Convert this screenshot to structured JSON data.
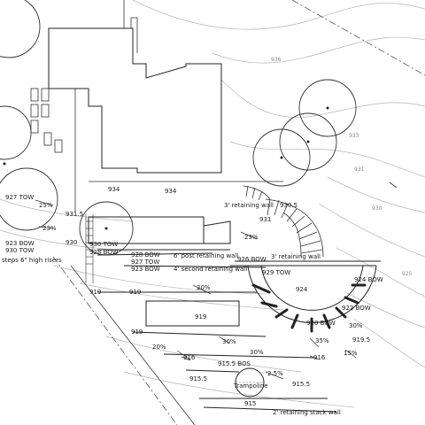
{
  "labels": {
    "elev_934_a": "934",
    "elev_934_b": "934",
    "tow_927": "927 TOW",
    "pct_25": "25%",
    "elev_9315": "931.5",
    "pct_23": "23%",
    "bow_923": "923 BOW",
    "tow_930": "930 TOW",
    "steps": "steps 6\" high risers",
    "elev_930": "930",
    "tow_930_b": "930 TOW",
    "bow_928": "928 BOW",
    "bow_928_b": "928 BOW",
    "tow_927_b": "927 TOW",
    "bow_923_b": "923 BOW",
    "post_wall": "6' post retaining wall",
    "second_wall": "4' second retaining wall",
    "wall_3ft": "3' retaining wall",
    "elev_931": "931",
    "elev_9305": "930.5",
    "pct_23_b": "23%",
    "tow_929": "929 TOW",
    "bow_926": "926 BOW",
    "wall_3ft_b": "3' retaining wall",
    "elev_924": "924",
    "bow_924": "924 BOW",
    "pct_20": "20%",
    "elev_919_a": "919",
    "elev_919_b": "919",
    "elev_919_c": "919",
    "bow_922": "922 BOW",
    "bow_920": "920 BOW",
    "pct_30": "30%",
    "pct_35": "35%",
    "pct_30_b": "30%",
    "elev_9195": "919.5",
    "elev_919_d": "919",
    "pct_20_b": "20%",
    "pct_30_c": "30%",
    "elev_916": "916",
    "elev_916_b": "916",
    "pct_15": "15%",
    "bos_9155": "915.5 BOS",
    "elev_9155": "915.5",
    "trampoline": "Trampoline",
    "pct_25_b": "2.5%",
    "elev_9155_b": "915.5",
    "elev_915": "915",
    "stack_wall": "2' retaining stack wall",
    "contour_936": "936",
    "contour_933": "933",
    "contour_931": "931",
    "contour_930": "930",
    "contour_925": "925"
  },
  "colors": {
    "line": "#2a2a2a",
    "faint": "#9a9a9a",
    "background": "#ffffff"
  }
}
